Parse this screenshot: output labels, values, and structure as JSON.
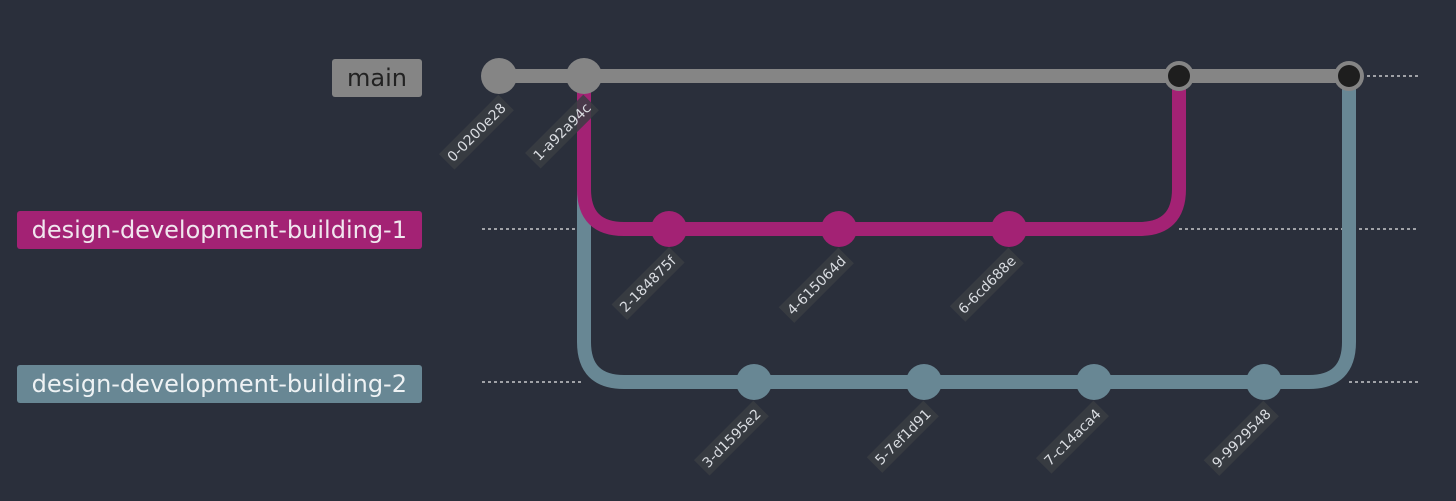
{
  "branches": [
    {
      "id": "main",
      "label": "main",
      "color": "#858585",
      "label_text_color": "#222222"
    },
    {
      "id": "b1",
      "label": "design-development-building-1",
      "color": "#a32274",
      "label_text_color": "#f0e6ee"
    },
    {
      "id": "b2",
      "label": "design-development-building-2",
      "color": "#688794",
      "label_text_color": "#eef2f4"
    }
  ],
  "commits": [
    {
      "id": "0-0200e28",
      "branch": "main",
      "type": "commit"
    },
    {
      "id": "1-a92a94c",
      "branch": "main",
      "type": "commit"
    },
    {
      "id": "2-184875f",
      "branch": "b1",
      "type": "commit"
    },
    {
      "id": "3-d1595e2",
      "branch": "b2",
      "type": "commit"
    },
    {
      "id": "4-615064d",
      "branch": "b1",
      "type": "commit"
    },
    {
      "id": "5-7ef1d91",
      "branch": "b2",
      "type": "commit"
    },
    {
      "id": "6-6cd688e",
      "branch": "b1",
      "type": "commit"
    },
    {
      "id": "7-c14aca4",
      "branch": "b2",
      "type": "commit"
    },
    {
      "branch": "main",
      "type": "merge",
      "from": "b1"
    },
    {
      "id": "9-9929548",
      "branch": "b2",
      "type": "commit"
    },
    {
      "branch": "main",
      "type": "merge",
      "from": "b2"
    }
  ],
  "merge_dot_color": "#1e1e1e",
  "label_bg_color": "#3a3d43"
}
